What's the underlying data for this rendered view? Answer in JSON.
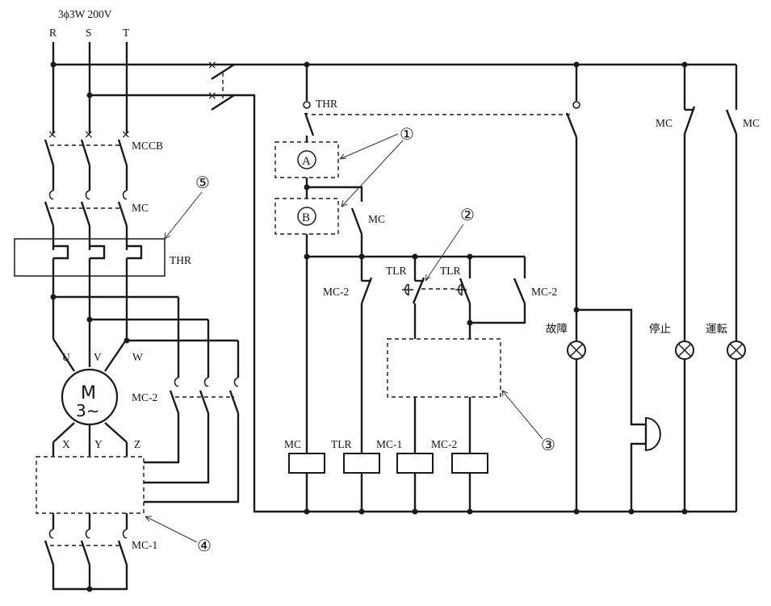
{
  "supply": {
    "spec": "3ϕ3W 200V",
    "phases": [
      "R",
      "S",
      "T"
    ]
  },
  "labels": {
    "mccb": "MCCB",
    "mc": "MC",
    "thr": "THR",
    "mc1": "MC-1",
    "mc2": "MC-2",
    "tlr": "TLR"
  },
  "motor": {
    "symbol": "M",
    "phase": "3∼",
    "terminals_top": [
      "U",
      "V",
      "W"
    ],
    "terminals_bottom": [
      "X",
      "Y",
      "Z"
    ]
  },
  "boxes": {
    "a": "A",
    "b": "B"
  },
  "callouts": [
    "①",
    "②",
    "③",
    "④",
    "⑤"
  ],
  "lamps": {
    "fault": "故障",
    "stop": "停止",
    "run": "運転"
  }
}
